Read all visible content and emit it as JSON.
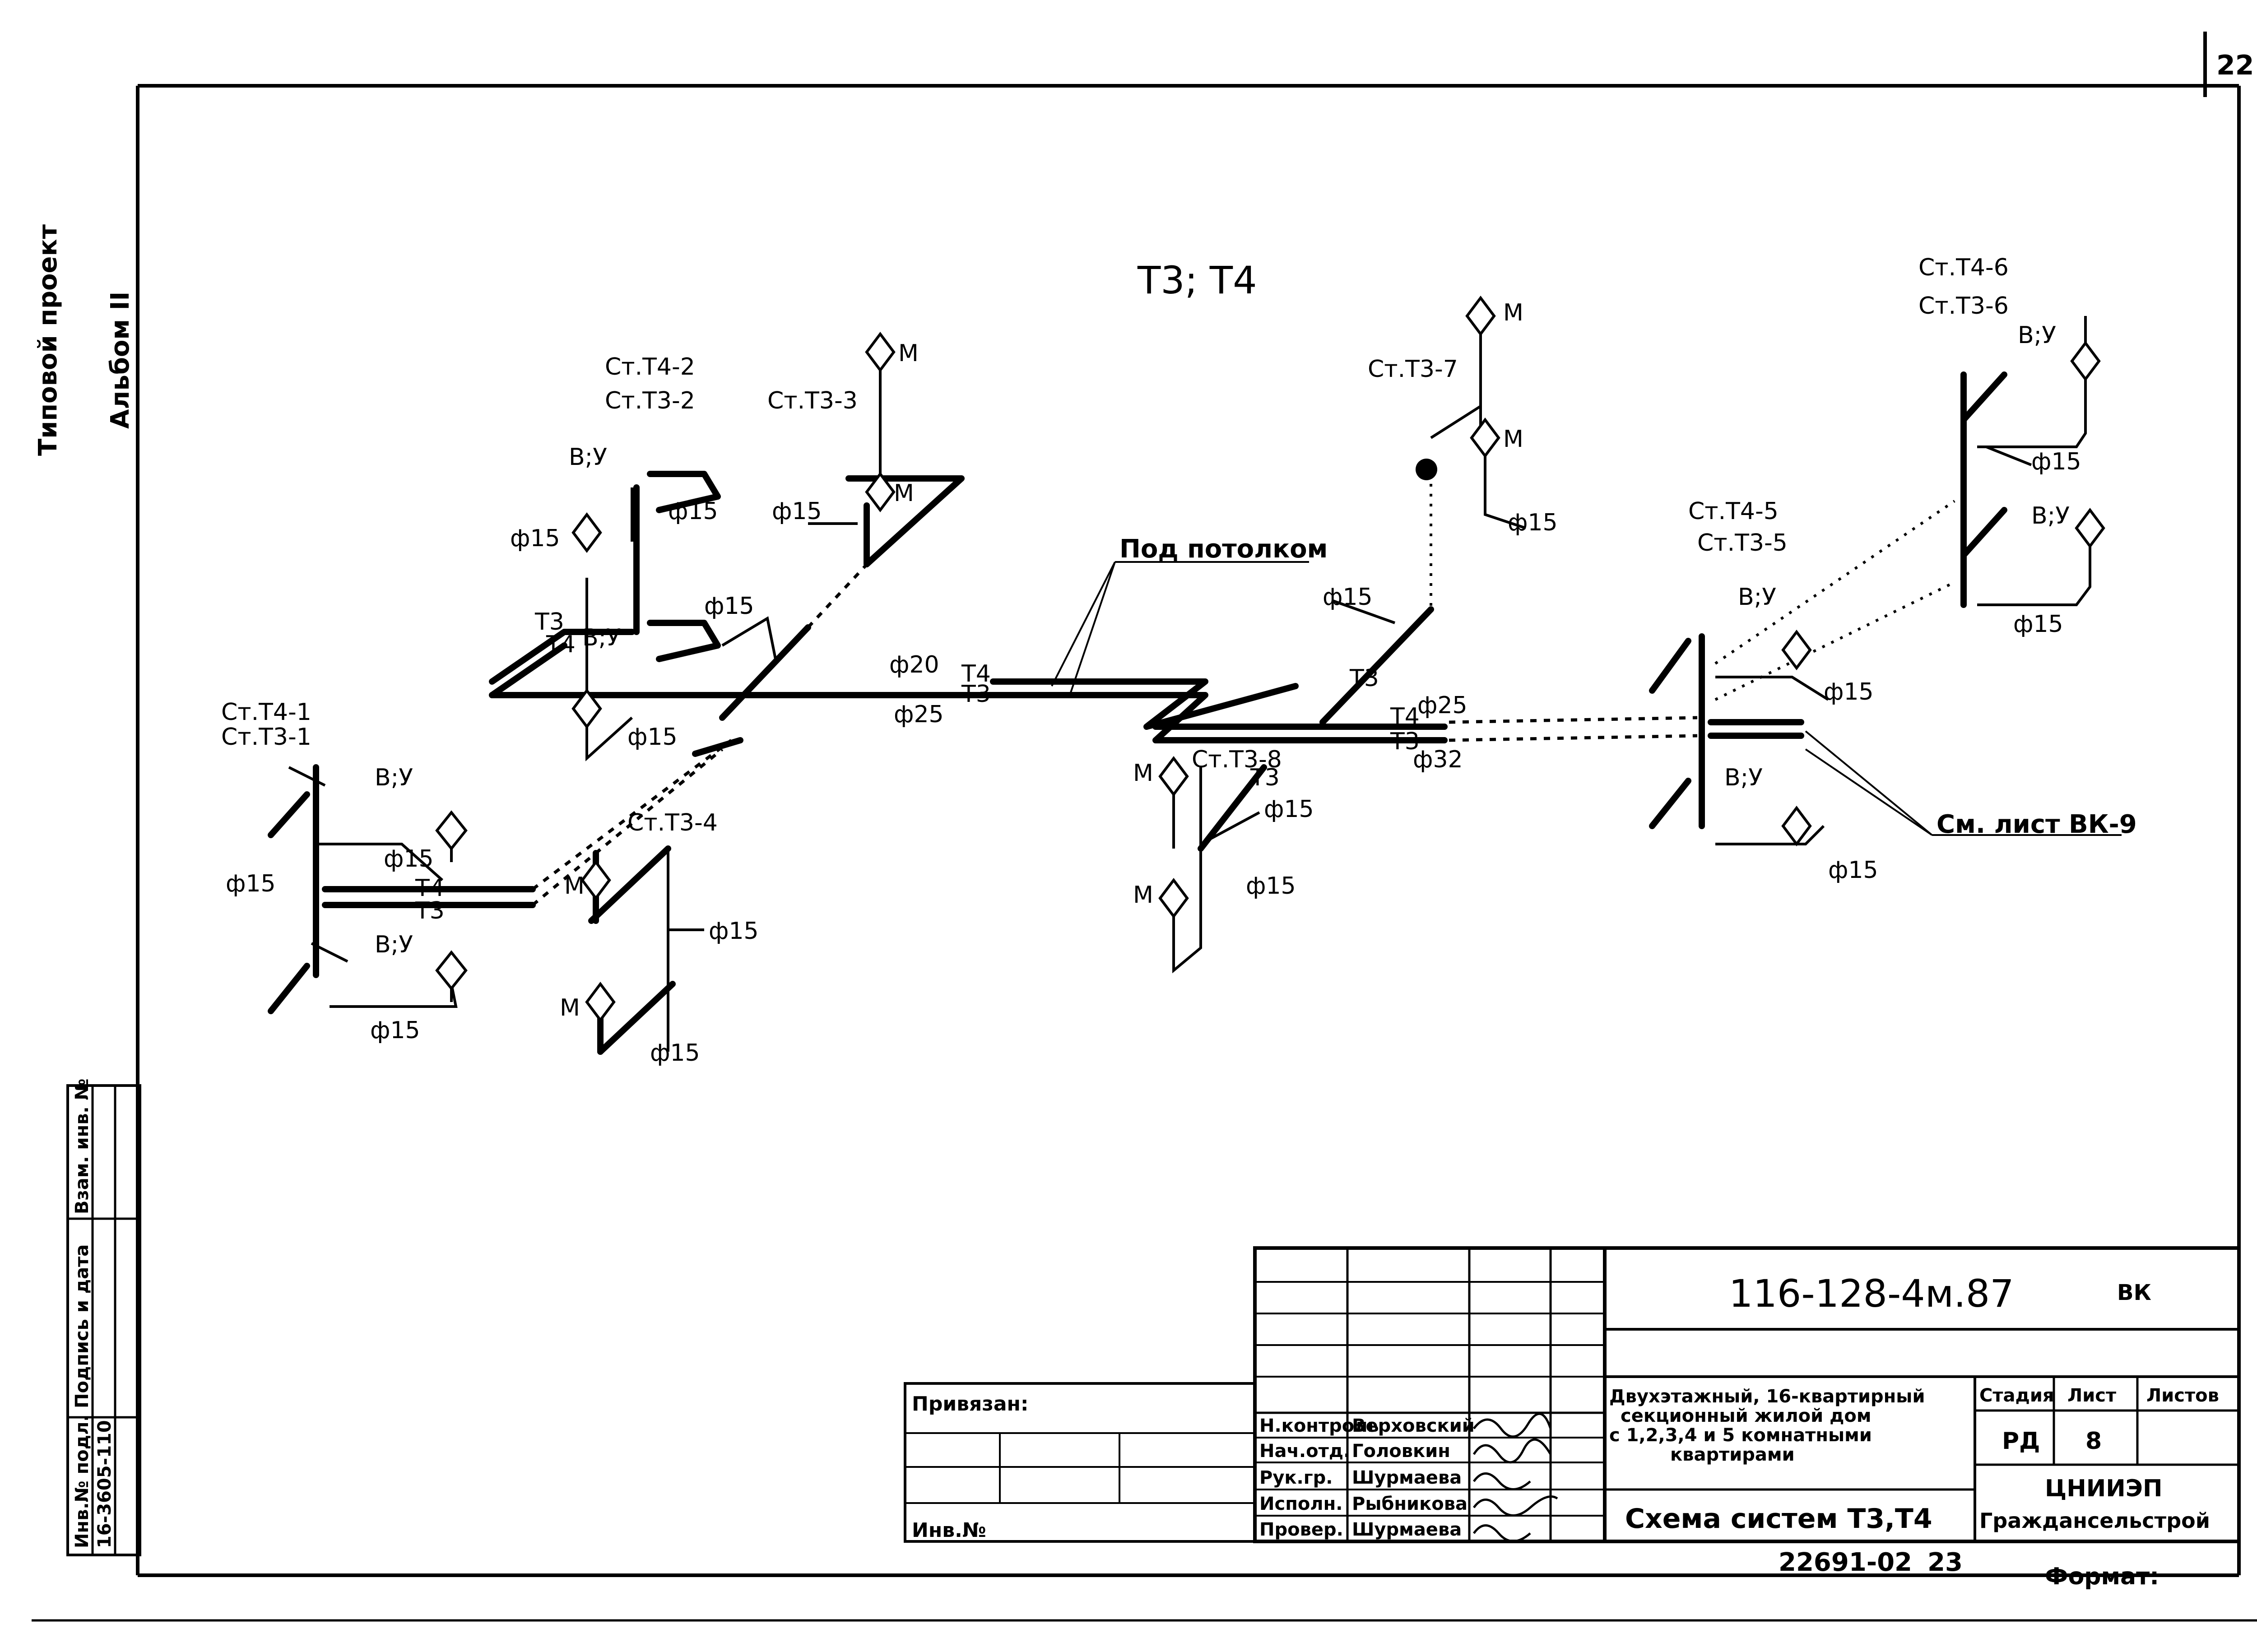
{
  "sheet_number": "22",
  "margin_left": {
    "line1": "Типовой проект",
    "line2": "Альбом II"
  },
  "diagram_title": "Т3; Т4",
  "risers": {
    "t4_1": "Ст.Т4-1",
    "t3_1": "Ст.Т3-1",
    "t4_2": "Ст.Т4-2",
    "t3_2": "Ст.Т3-2",
    "t3_3": "Ст.Т3-3",
    "t3_4": "Ст.Т3-4",
    "t4_5": "Ст.Т4-5",
    "t3_5": "Ст.Т3-5",
    "t4_6": "Ст.Т4-6",
    "t3_6": "Ст.Т3-6",
    "t3_7": "Ст.Т3-7",
    "t3_8": "Ст.Т3-8"
  },
  "fixtures": {
    "bath_sink": "В;У",
    "kitchen": "М"
  },
  "pipe_codes": {
    "t3": "Т3",
    "t4": "Т4"
  },
  "diameters": {
    "d15": "ф15",
    "d20": "ф20",
    "d25": "ф25",
    "d32": "ф32"
  },
  "notes": {
    "under_ceiling": "Под потолком",
    "see_sheet": "См. лист ВК-9"
  },
  "stamp": {
    "side_col1": "Инв.№ подл.",
    "side_col2": "Подпись и дата",
    "side_col3": "Взам. инв. №",
    "side_value": "16-3605-110",
    "bound_label": "Привязан:",
    "inv_label": "Инв.№",
    "doc_code": "116-128-4м.87",
    "doc_mark": "ВК",
    "project_title": [
      "Двухэтажный, 16-квартирный",
      "секционный жилой дом",
      "с 1,2,3,4 и 5 комнатными",
      "квартирами"
    ],
    "sheet_title": "Схема систем Т3,Т4",
    "stage_label": "Стадия",
    "sheet_label": "Лист",
    "sheets_label": "Листов",
    "stage_value": "РД",
    "sheet_value": "8",
    "org_line1": "ЦНИИЭП",
    "org_line2": "Граждансельстрой",
    "roles": [
      "Н.контроль",
      "Нач.отд.",
      "Рук.гр.",
      "Исполн.",
      "Провер."
    ],
    "names": [
      "Верховский",
      "Головкин",
      "Шурмаева",
      "Рыбникова",
      "Шурмаева"
    ],
    "archive_number": "22691-02",
    "archive_page": "23",
    "format_label": "Формат:"
  }
}
